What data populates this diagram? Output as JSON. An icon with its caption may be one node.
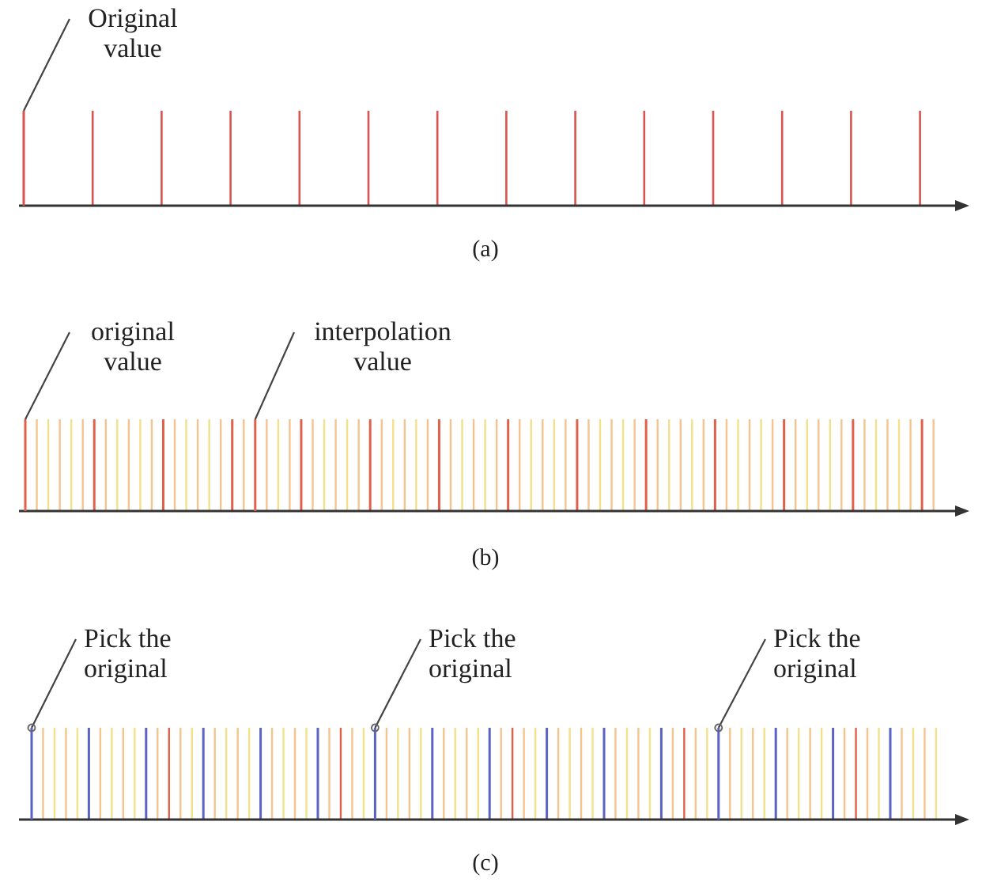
{
  "diagram": {
    "nodes": [
      {
        "text": [
          "Original value"
        ]
      },
      {
        "text": [
          "original value"
        ]
      },
      {
        "text": [
          "interpolation value"
        ]
      },
      {
        "text": [
          "Pick the original"
        ]
      },
      {
        "text": [
          "Pick the original"
        ]
      },
      {
        "text": [
          "Pick the original"
        ]
      },
      {
        "text": [],
        "shape": "bar"
      },
      {
        "text": [],
        "shape": "bar"
      },
      {
        "text": [],
        "shape": "bar"
      },
      {
        "text": [],
        "shape": "bar"
      },
      {
        "text": [],
        "shape": "bar"
      },
      {
        "text": [],
        "shape": "bar"
      }
    ],
    "edges": [
      {
        "from": 0,
        "to": 6,
        "arrow": "none"
      },
      {
        "from": 1,
        "to": 7,
        "arrow": "none"
      },
      {
        "from": 2,
        "to": 8,
        "arrow": "none"
      },
      {
        "from": 3,
        "to": 9,
        "arrow": "other"
      },
      {
        "from": 4,
        "to": 10,
        "arrow": "other"
      },
      {
        "from": 5,
        "to": 11,
        "arrow": "other"
      }
    ],
    "labels": [
      "(a)",
      "(b)",
      "(c)"
    ]
  }
}
